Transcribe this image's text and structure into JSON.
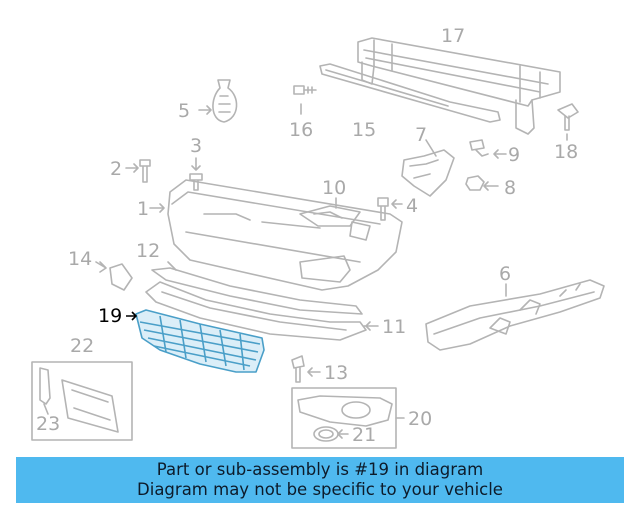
{
  "colors": {
    "line": "#b4b4b4",
    "label": "#a9a9a9",
    "highlight_label": "#000000",
    "highlight_part": "#4a9fc8",
    "banner_bg": "#4fb9ef",
    "banner_text": "#0d1b2a"
  },
  "parts": [
    {
      "id": "1",
      "label": "1"
    },
    {
      "id": "2",
      "label": "2"
    },
    {
      "id": "3",
      "label": "3"
    },
    {
      "id": "4",
      "label": "4"
    },
    {
      "id": "5",
      "label": "5"
    },
    {
      "id": "6",
      "label": "6"
    },
    {
      "id": "7",
      "label": "7"
    },
    {
      "id": "8",
      "label": "8"
    },
    {
      "id": "9",
      "label": "9"
    },
    {
      "id": "10",
      "label": "10"
    },
    {
      "id": "11",
      "label": "11"
    },
    {
      "id": "12",
      "label": "12"
    },
    {
      "id": "13",
      "label": "13"
    },
    {
      "id": "14",
      "label": "14"
    },
    {
      "id": "15",
      "label": "15"
    },
    {
      "id": "16",
      "label": "16"
    },
    {
      "id": "17",
      "label": "17"
    },
    {
      "id": "18",
      "label": "18"
    },
    {
      "id": "19",
      "label": "19",
      "highlighted": true
    },
    {
      "id": "20",
      "label": "20"
    },
    {
      "id": "21",
      "label": "21"
    },
    {
      "id": "22",
      "label": "22"
    },
    {
      "id": "23",
      "label": "23"
    }
  ],
  "banner": {
    "line1": "Part or sub-assembly is #19 in diagram",
    "line2": "Diagram may not be specific to your vehicle"
  }
}
